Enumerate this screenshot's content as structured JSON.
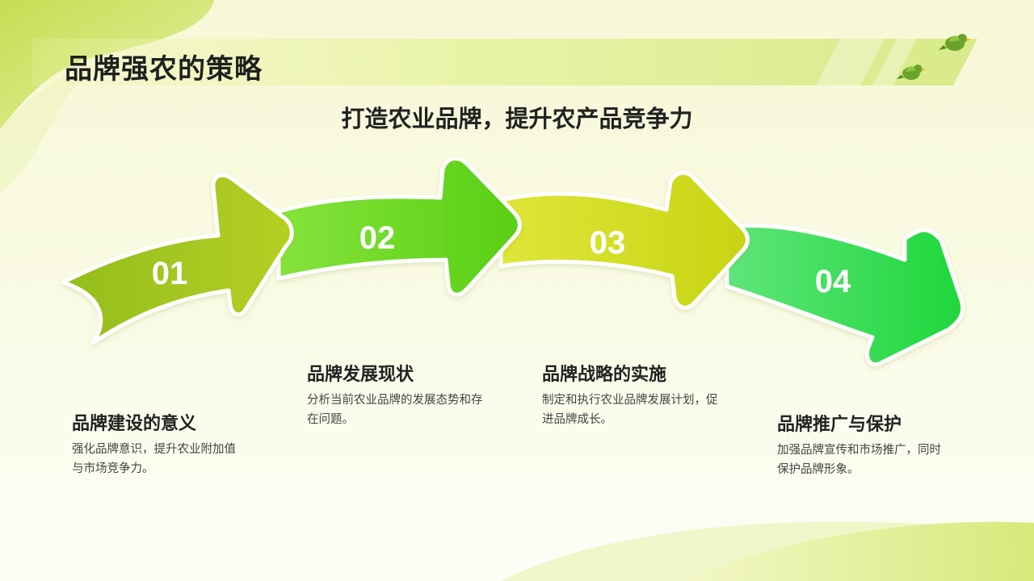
{
  "page": {
    "title": "品牌强农的策略",
    "subtitle": "打造农业品牌，提升农产品竞争力"
  },
  "colors": {
    "arrow_01": "#a9c923",
    "arrow_02": "#62d41d",
    "arrow_03": "#cfd81a",
    "arrow_04": "#2ad946",
    "bird": "#6aa32a",
    "banner": "#dfee9a"
  },
  "icons": [
    "bird-icon",
    "bird-icon"
  ],
  "steps": [
    {
      "number": "01",
      "title": "品牌建设的意义",
      "desc": "强化品牌意识，提升农业附加值与市场竞争力。"
    },
    {
      "number": "02",
      "title": "品牌发展现状",
      "desc": "分析当前农业品牌的发展态势和存在问题。"
    },
    {
      "number": "03",
      "title": "品牌战略的实施",
      "desc": "制定和执行农业品牌发展计划，促进品牌成长。"
    },
    {
      "number": "04",
      "title": "品牌推广与保护",
      "desc": "加强品牌宣传和市场推广，同时保护品牌形象。"
    }
  ]
}
